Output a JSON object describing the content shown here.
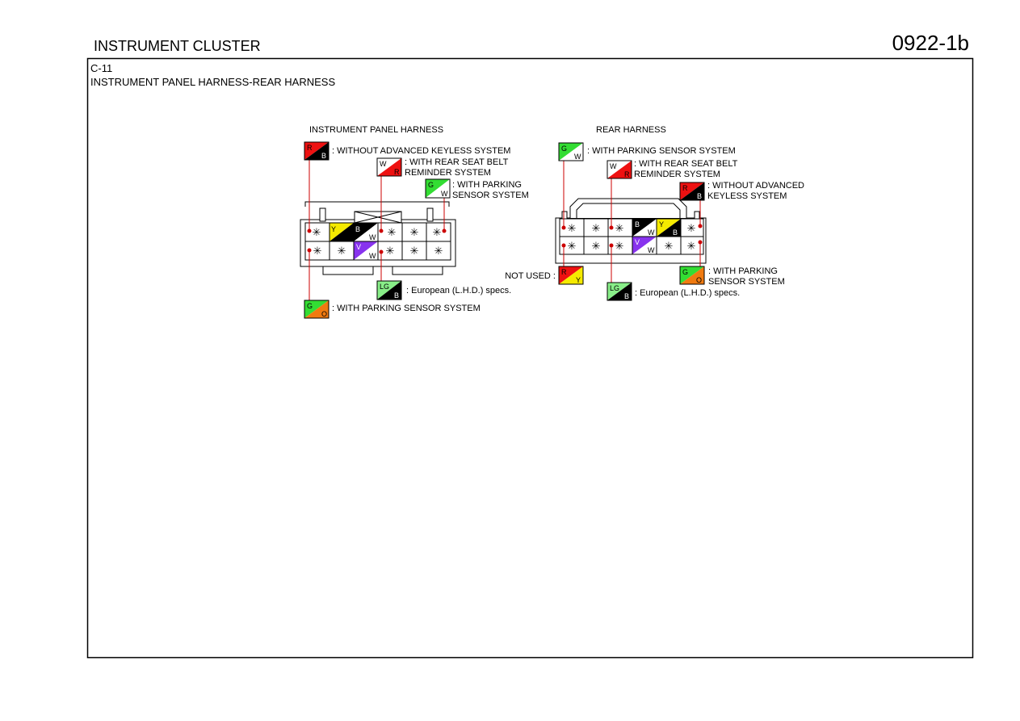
{
  "header": {
    "title": "INSTRUMENT CLUSTER",
    "code": "0922-1b"
  },
  "frame": {
    "connector_id": "C-11",
    "subtitle": "INSTRUMENT PANEL HARNESS-REAR HARNESS"
  },
  "colors": {
    "R": "#ee1111",
    "B": "#000000",
    "W": "#ffffff",
    "G": "#33dd33",
    "LG": "#88ee88",
    "Y": "#f5ea00",
    "V": "#8833ee",
    "O": "#f07a10",
    "wire": "#cc0000"
  },
  "ip_harness": {
    "title": "INSTRUMENT PANEL HARNESS",
    "pin_mark": "✳",
    "labels": {
      "rb": ": WITHOUT ADVANCED KEYLESS SYSTEM",
      "wr": [
        ": WITH REAR SEAT BELT",
        "REMINDER SYSTEM"
      ],
      "gw": [
        ": WITH PARKING",
        "SENSOR SYSTEM"
      ],
      "lgb": ": European (L.H.D.) specs.",
      "go": ": WITH PARKING SENSOR SYSTEM"
    },
    "wires": {
      "rb": [
        "R",
        "B"
      ],
      "wr": [
        "W",
        "R"
      ],
      "gw": [
        "G",
        "W"
      ],
      "lgb": [
        "LG",
        "B"
      ],
      "go": [
        "G",
        "O"
      ],
      "yb": [
        "Y",
        "B"
      ],
      "bw": [
        "B",
        "W"
      ],
      "vw": [
        "V",
        "W"
      ]
    }
  },
  "rear_harness": {
    "title": "REAR HARNESS",
    "pin_mark": "✳",
    "labels": {
      "gw": ": WITH PARKING SENSOR SYSTEM",
      "wr": [
        ": WITH REAR SEAT BELT",
        "REMINDER SYSTEM"
      ],
      "rb": [
        ": WITHOUT ADVANCED",
        "KEYLESS SYSTEM"
      ],
      "not_used": "NOT USED :",
      "go": [
        ": WITH PARKING",
        "SENSOR SYSTEM"
      ],
      "lgb": ": European (L.H.D.) specs."
    },
    "wires": {
      "gw": [
        "G",
        "W"
      ],
      "wr": [
        "W",
        "R"
      ],
      "rb": [
        "R",
        "B"
      ],
      "ry": [
        "R",
        "Y"
      ],
      "go": [
        "G",
        "O"
      ],
      "lgb": [
        "LG",
        "B"
      ],
      "bw": [
        "B",
        "W"
      ],
      "yb": [
        "Y",
        "B"
      ],
      "vw": [
        "V",
        "W"
      ]
    }
  }
}
